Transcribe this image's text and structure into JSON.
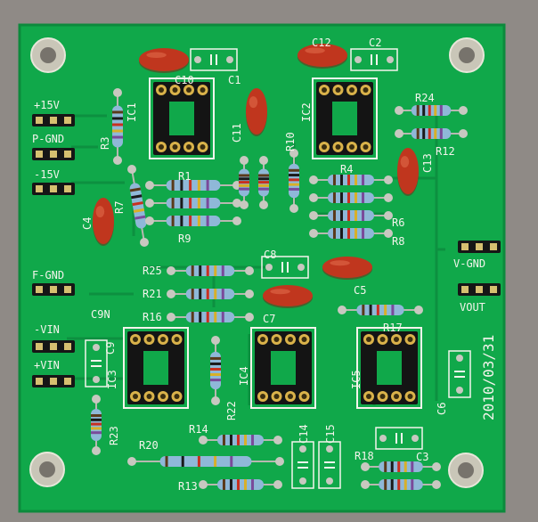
{
  "labels": {
    "ic1": "IC1",
    "ic2": "IC2",
    "ic3": "IC3",
    "ic4": "IC4",
    "ic5": "IC5",
    "c1": "C1",
    "c2": "C2",
    "c3": "C3",
    "c4": "C4",
    "c5": "C5",
    "c6": "C6",
    "c7": "C7",
    "c8": "C8",
    "c9": "C9",
    "c9n": "C9N",
    "c10": "C10",
    "c11": "C11",
    "c12": "C12",
    "c13": "C13",
    "c14": "C14",
    "c15": "C15",
    "r1": "R1",
    "r3": "R3",
    "r4": "R4",
    "r6": "R6",
    "r7": "R7",
    "r8": "R8",
    "r9": "R9",
    "r10": "R10",
    "r12": "R12",
    "r13": "R13",
    "r14": "R14",
    "r16": "R16",
    "r17": "R17",
    "r18": "R18",
    "r20": "R20",
    "r21": "R21",
    "r22": "R22",
    "r23": "R23",
    "r24": "R24",
    "r25": "R25",
    "p15": "+15V",
    "pgnd": "P-GND",
    "m15": "-15V",
    "fgnd": "F-GND",
    "mvin": "-VIN",
    "pvin": "+VIN",
    "vgnd": "V-GND",
    "vout": "VOUT",
    "date": "2010/03/31"
  },
  "colors": {
    "board": "#10a84a",
    "silk": "#f4f4ec",
    "cap_body": "#c0361e",
    "resistor_body": "#8fb8d8"
  }
}
